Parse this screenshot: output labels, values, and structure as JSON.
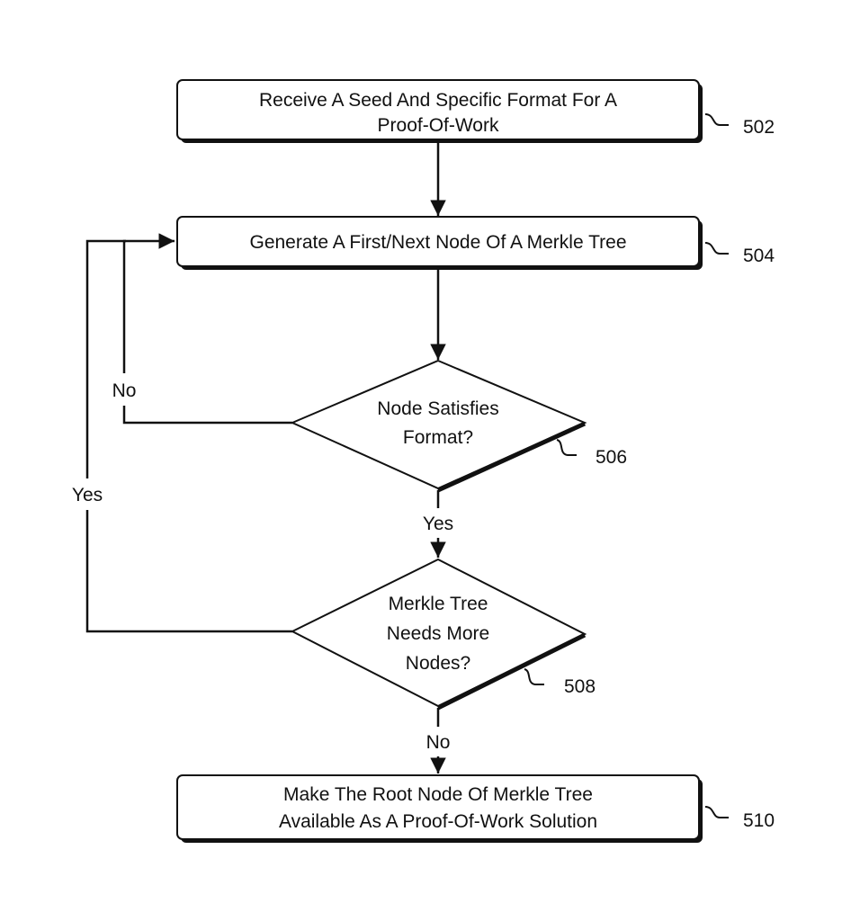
{
  "nodes": {
    "n502": {
      "lines": [
        "Receive A Seed And Specific Format For A",
        "Proof-Of-Work"
      ],
      "ref": "502"
    },
    "n504": {
      "lines": [
        "Generate A First/Next Node Of A Merkle Tree"
      ],
      "ref": "504"
    },
    "n506": {
      "lines": [
        "Node Satisfies",
        "Format?"
      ],
      "ref": "506"
    },
    "n508": {
      "lines": [
        "Merkle Tree",
        "Needs More",
        "Nodes?"
      ],
      "ref": "508"
    },
    "n510": {
      "lines": [
        "Make The Root Node Of Merkle Tree",
        "Available As A Proof-Of-Work Solution"
      ],
      "ref": "510"
    }
  },
  "edges": {
    "e506_no": "No",
    "e506_yes": "Yes",
    "e508_yes": "Yes",
    "e508_no": "No"
  }
}
